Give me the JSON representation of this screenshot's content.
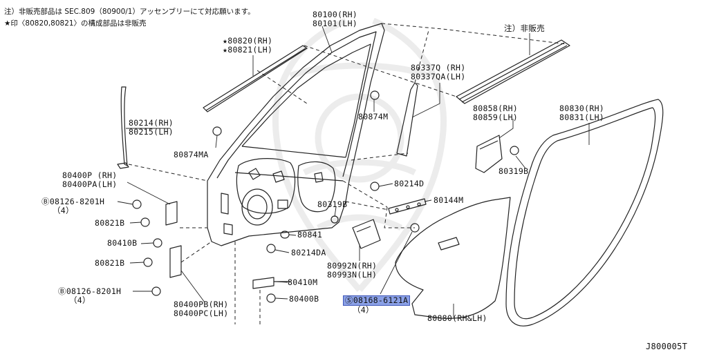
{
  "notes": {
    "line1": "注）非販売部品は SEC.809（80900/1）アッセンブリーにて対応願います。",
    "line2": "★印〈80820,80821〉の構成部品は非販売"
  },
  "colors": {
    "line": "#222222",
    "highlight": "#8aa0e6",
    "highlight_border": "#3f57b8",
    "watermark": "#ececec"
  },
  "parts": {
    "p80100": {
      "line1": "80100(RH)",
      "line2": "80101(LH)"
    },
    "p80820": {
      "line1": "★80820(RH)",
      "line2": "★80821(LH)"
    },
    "non_sale": "注）非販売",
    "p80337": {
      "line1": "80337Q  (RH)",
      "line2": "80337QA(LH)"
    },
    "p80214": {
      "line1": "80214(RH)",
      "line2": "80215(LH)"
    },
    "p80874M": "80874M",
    "p80858": {
      "line1": "80858(RH)",
      "line2": "80859(LH)"
    },
    "p80830": {
      "line1": "80830(RH)",
      "line2": "80831(LH)"
    },
    "p80874MA": "80874MA",
    "p80319B_top": "80319B",
    "p80400P": {
      "line1": "80400P  (RH)",
      "line2": "80400PA(LH)"
    },
    "p80214D": "80214D",
    "p08126_top": {
      "prefix": "Ⓑ",
      "line1": "08126-8201H",
      "line2": "（4）"
    },
    "p80144M": "80144M",
    "p80319B_mid": "80319B",
    "p80821B_top": "80821B",
    "p80841": "80841",
    "p80410B": "80410B",
    "p80214DA": "80214DA",
    "p80821B_bot": "80821B",
    "p80992N": {
      "line1": "80992N(RH)",
      "line2": "80993N(LH)"
    },
    "p80410M": "80410M",
    "p08126_bot": {
      "prefix": "Ⓑ",
      "line1": "08126-8201H",
      "line2": "（4）"
    },
    "p80400B": "80400B",
    "p08168": {
      "prefix": "Ⓢ",
      "line1": "08168-6121A",
      "line2": "（4）"
    },
    "p80400PB": {
      "line1": "80400PB(RH)",
      "line2": "80400PC(LH)"
    },
    "p80880": "80880(RH&LH)"
  },
  "diagram_id": "J800005T"
}
